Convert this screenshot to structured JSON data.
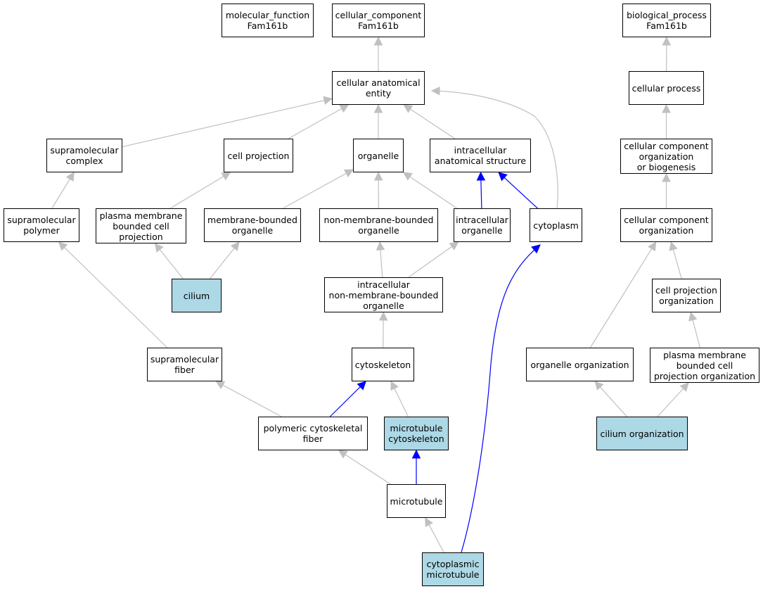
{
  "colors": {
    "node_fill": "#ffffff",
    "highlight_fill": "#add8e6",
    "edge_gray": "#c0c0c0",
    "edge_blue": "#0000ff"
  },
  "nodes": [
    {
      "id": "mf_root",
      "lines": [
        "molecular_function",
        "Fam161b"
      ],
      "highlight": false
    },
    {
      "id": "cc_root",
      "lines": [
        "cellular_component",
        "Fam161b"
      ],
      "highlight": false
    },
    {
      "id": "bp_root",
      "lines": [
        "biological_process",
        "Fam161b"
      ],
      "highlight": false
    },
    {
      "id": "cae",
      "lines": [
        "cellular anatomical",
        "entity"
      ],
      "highlight": false
    },
    {
      "id": "cellular_process",
      "lines": [
        "cellular process"
      ],
      "highlight": false
    },
    {
      "id": "supramolecular_complex",
      "lines": [
        "supramolecular",
        "complex"
      ],
      "highlight": false
    },
    {
      "id": "cell_projection",
      "lines": [
        "cell projection"
      ],
      "highlight": false
    },
    {
      "id": "organelle",
      "lines": [
        "organelle"
      ],
      "highlight": false
    },
    {
      "id": "ias",
      "lines": [
        "intracellular",
        "anatomical structure"
      ],
      "highlight": false
    },
    {
      "id": "ccob",
      "lines": [
        "cellular component",
        "organization",
        "or biogenesis"
      ],
      "highlight": false
    },
    {
      "id": "supramolecular_polymer",
      "lines": [
        "supramolecular",
        "polymer"
      ],
      "highlight": false
    },
    {
      "id": "pmbcp",
      "lines": [
        "plasma membrane",
        "bounded cell",
        "projection"
      ],
      "highlight": false
    },
    {
      "id": "mbo",
      "lines": [
        "membrane-bounded",
        "organelle"
      ],
      "highlight": false
    },
    {
      "id": "nmbo",
      "lines": [
        "non-membrane-bounded",
        "organelle"
      ],
      "highlight": false
    },
    {
      "id": "io",
      "lines": [
        "intracellular",
        "organelle"
      ],
      "highlight": false
    },
    {
      "id": "cytoplasm",
      "lines": [
        "cytoplasm"
      ],
      "highlight": false
    },
    {
      "id": "cco",
      "lines": [
        "cellular component",
        "organization"
      ],
      "highlight": false
    },
    {
      "id": "cilium",
      "lines": [
        "cilium"
      ],
      "highlight": true
    },
    {
      "id": "inmbo",
      "lines": [
        "intracellular",
        "non-membrane-bounded",
        "organelle"
      ],
      "highlight": false
    },
    {
      "id": "cpo",
      "lines": [
        "cell projection",
        "organization"
      ],
      "highlight": false
    },
    {
      "id": "supramolecular_fiber",
      "lines": [
        "supramolecular",
        "fiber"
      ],
      "highlight": false
    },
    {
      "id": "cytoskeleton",
      "lines": [
        "cytoskeleton"
      ],
      "highlight": false
    },
    {
      "id": "oo",
      "lines": [
        "organelle organization"
      ],
      "highlight": false
    },
    {
      "id": "pmbcpo",
      "lines": [
        "plasma membrane",
        "bounded cell",
        "projection organization"
      ],
      "highlight": false
    },
    {
      "id": "pcf",
      "lines": [
        "polymeric cytoskeletal",
        "fiber"
      ],
      "highlight": false
    },
    {
      "id": "mtc",
      "lines": [
        "microtubule",
        "cytoskeleton"
      ],
      "highlight": true
    },
    {
      "id": "cilium_org",
      "lines": [
        "cilium organization"
      ],
      "highlight": true
    },
    {
      "id": "microtubule",
      "lines": [
        "microtubule"
      ],
      "highlight": false
    },
    {
      "id": "cm",
      "lines": [
        "cytoplasmic",
        "microtubule"
      ],
      "highlight": true
    }
  ],
  "edges": [
    {
      "from": "cae",
      "to": "cc_root",
      "color": "gray"
    },
    {
      "from": "cellular_process",
      "to": "bp_root",
      "color": "gray"
    },
    {
      "from": "supramolecular_complex",
      "to": "cae",
      "color": "gray"
    },
    {
      "from": "cell_projection",
      "to": "cae",
      "color": "gray"
    },
    {
      "from": "organelle",
      "to": "cae",
      "color": "gray"
    },
    {
      "from": "ias",
      "to": "cae",
      "color": "gray"
    },
    {
      "from": "cytoplasm",
      "to": "cae",
      "color": "gray"
    },
    {
      "from": "ccob",
      "to": "cellular_process",
      "color": "gray"
    },
    {
      "from": "cco",
      "to": "ccob",
      "color": "gray"
    },
    {
      "from": "supramolecular_polymer",
      "to": "supramolecular_complex",
      "color": "gray"
    },
    {
      "from": "pmbcp",
      "to": "cell_projection",
      "color": "gray"
    },
    {
      "from": "mbo",
      "to": "organelle",
      "color": "gray"
    },
    {
      "from": "nmbo",
      "to": "organelle",
      "color": "gray"
    },
    {
      "from": "io",
      "to": "organelle",
      "color": "gray"
    },
    {
      "from": "io",
      "to": "ias",
      "color": "blue"
    },
    {
      "from": "cytoplasm",
      "to": "ias",
      "color": "blue"
    },
    {
      "from": "cilium",
      "to": "pmbcp",
      "color": "gray"
    },
    {
      "from": "cilium",
      "to": "mbo",
      "color": "gray"
    },
    {
      "from": "inmbo",
      "to": "nmbo",
      "color": "gray"
    },
    {
      "from": "inmbo",
      "to": "io",
      "color": "gray"
    },
    {
      "from": "cytoskeleton",
      "to": "inmbo",
      "color": "gray"
    },
    {
      "from": "supramolecular_fiber",
      "to": "supramolecular_polymer",
      "color": "gray"
    },
    {
      "from": "pcf",
      "to": "supramolecular_fiber",
      "color": "gray"
    },
    {
      "from": "pcf",
      "to": "cytoskeleton",
      "color": "blue"
    },
    {
      "from": "mtc",
      "to": "cytoskeleton",
      "color": "gray"
    },
    {
      "from": "microtubule",
      "to": "pcf",
      "color": "gray"
    },
    {
      "from": "microtubule",
      "to": "mtc",
      "color": "blue"
    },
    {
      "from": "cm",
      "to": "microtubule",
      "color": "gray"
    },
    {
      "from": "cm",
      "to": "cytoplasm",
      "color": "blue"
    },
    {
      "from": "cpo",
      "to": "cco",
      "color": "gray"
    },
    {
      "from": "oo",
      "to": "cco",
      "color": "gray"
    },
    {
      "from": "pmbcpo",
      "to": "cpo",
      "color": "gray"
    },
    {
      "from": "cilium_org",
      "to": "oo",
      "color": "gray"
    },
    {
      "from": "cilium_org",
      "to": "pmbcpo",
      "color": "gray"
    }
  ]
}
